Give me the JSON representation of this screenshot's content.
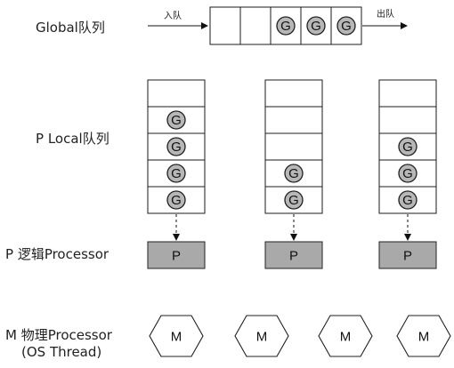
{
  "labels": {
    "global_queue": "Global队列",
    "local_queue": "P Local队列",
    "logical_processor": "P 逻辑Processor",
    "physical_processor_line1": "M 物理Processor",
    "physical_processor_line2": "(OS Thread)",
    "enqueue": "入队",
    "dequeue": "出队"
  },
  "global_queue": {
    "cells": [
      "",
      "",
      "G",
      "G",
      "G"
    ]
  },
  "local_queues": [
    {
      "cells": [
        "",
        "G",
        "G",
        "G",
        "G"
      ],
      "processor": "P"
    },
    {
      "cells": [
        "",
        "",
        "",
        "G",
        "G"
      ],
      "processor": "P"
    },
    {
      "cells": [
        "",
        "",
        "G",
        "G",
        "G"
      ],
      "processor": "P"
    }
  ],
  "machines": [
    "M",
    "M",
    "M",
    "M"
  ],
  "colors": {
    "goroutine_fill": "#b7b7b7",
    "processor_fill": "#a9a9a9",
    "outline": "#1b1b1b"
  }
}
